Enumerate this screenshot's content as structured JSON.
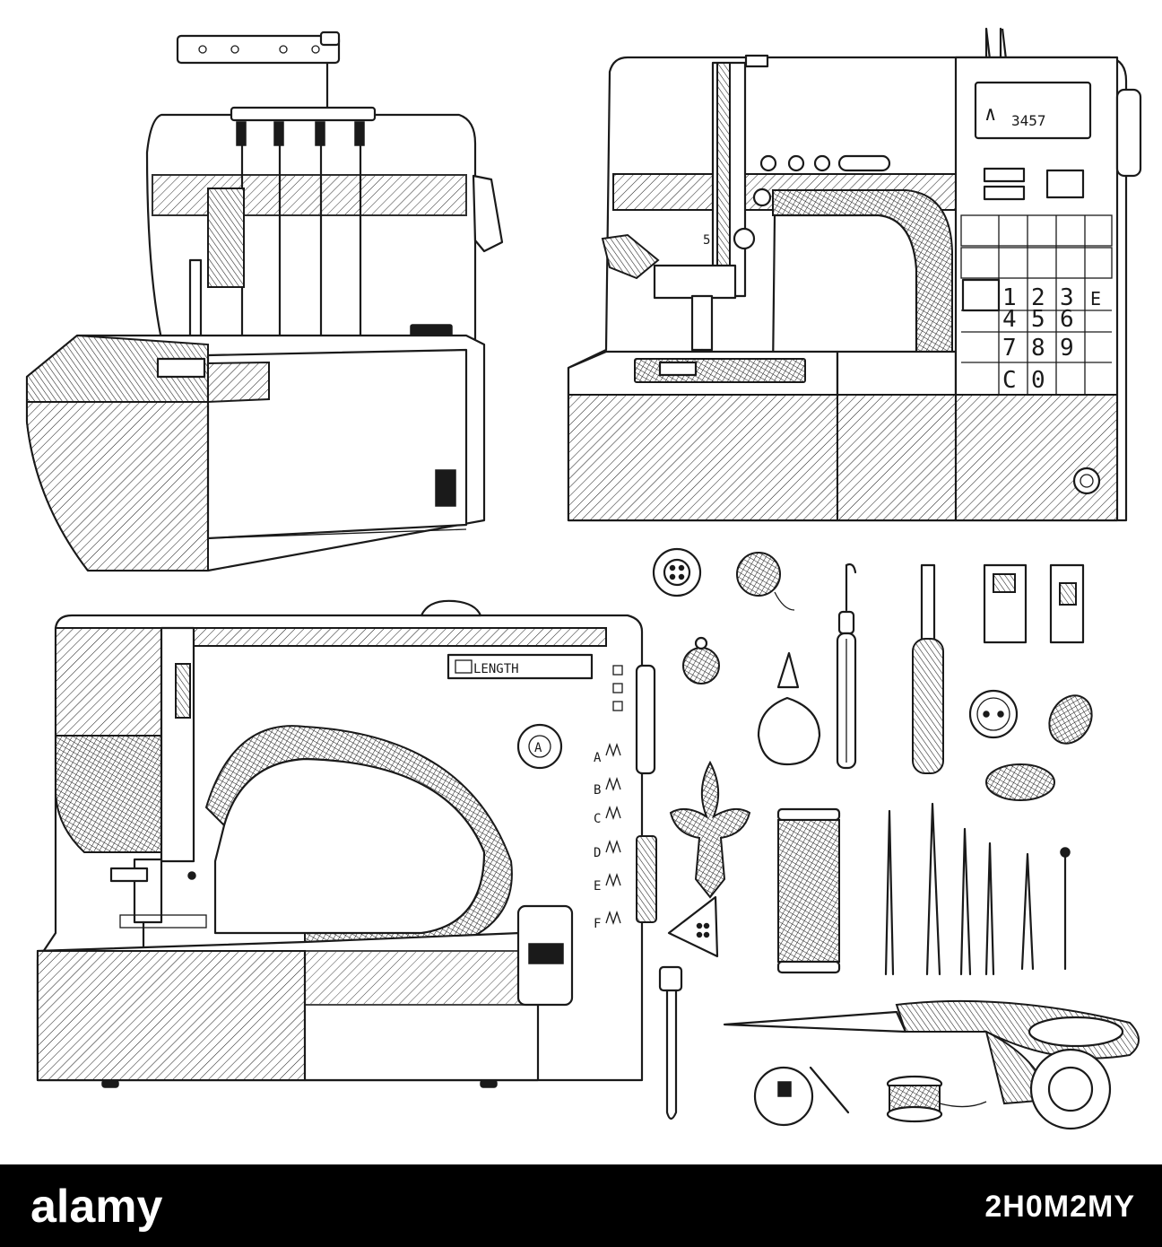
{
  "illustration": {
    "lcd_digits": "3457",
    "lcd_mode_glyph": "∧",
    "length_label": "LENGTH",
    "dial_letter": "A",
    "stitch_letters": [
      "A",
      "B",
      "C",
      "D",
      "E",
      "F"
    ],
    "keypad_numbers": [
      "1",
      "2",
      "3",
      "4",
      "5",
      "6",
      "7",
      "8",
      "9",
      "C",
      "0"
    ],
    "keypad_letter": "E",
    "needle_position_mark": "5",
    "ink_color": "#1a1a1a",
    "background_color": "#ffffff"
  },
  "footer": {
    "brand": "alamy",
    "image_id": "2H0M2MY",
    "background_color": "#000000",
    "text_color": "#ffffff"
  }
}
